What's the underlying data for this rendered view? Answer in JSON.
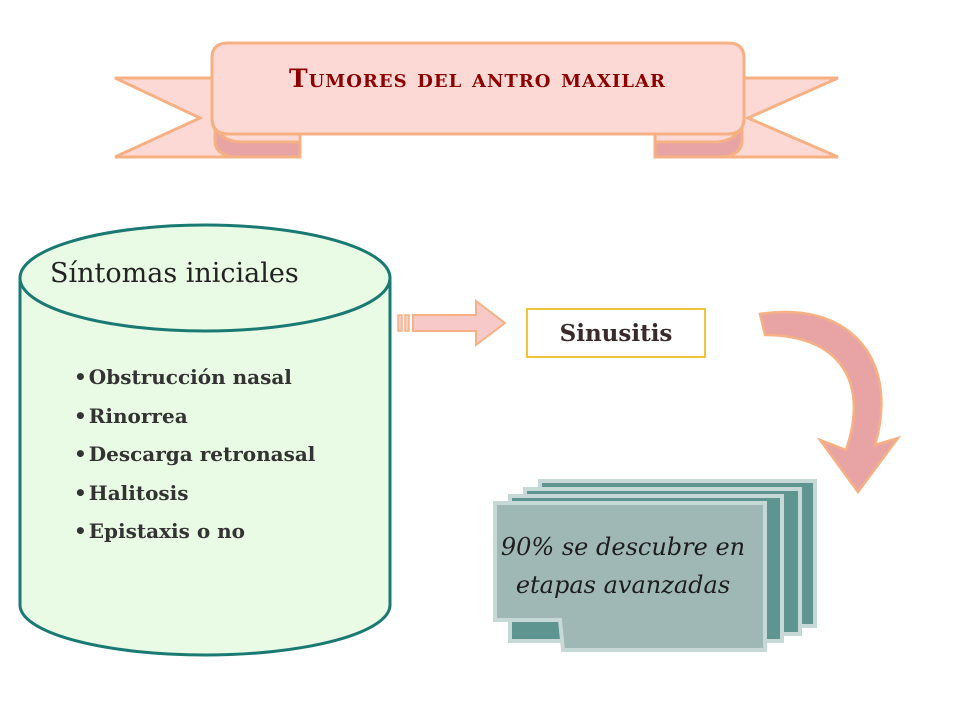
{
  "title": "Tumores del antro maxilar",
  "cylinder": {
    "heading": "Síntomas iniciales",
    "items": [
      "Obstrucción nasal",
      "Rinorrea",
      "Descarga retronasal",
      "Halitosis",
      "Epistaxis o no"
    ]
  },
  "sinusitis_label": "Sinusitis",
  "result": {
    "line1": "90% se descubre en",
    "line2": "etapas avanzadas"
  },
  "colors": {
    "banner_fill": "#fdd9d6",
    "banner_stroke": "#f5b183",
    "title": "#8b0000",
    "cylinder_fill": "#e9fbe4",
    "cylinder_stroke": "#1a7a73",
    "sinusitis_border": "#f2c23a",
    "arrow_fill": "#f8c9c9",
    "arrow_stroke": "#f5b183",
    "doc_front": "#9fb8b6",
    "doc_back": "#5f9590"
  },
  "icons": [
    "banner-ribbon",
    "cylinder-shape",
    "right-arrow-icon",
    "curved-arrow-icon",
    "document-stack-icon"
  ]
}
